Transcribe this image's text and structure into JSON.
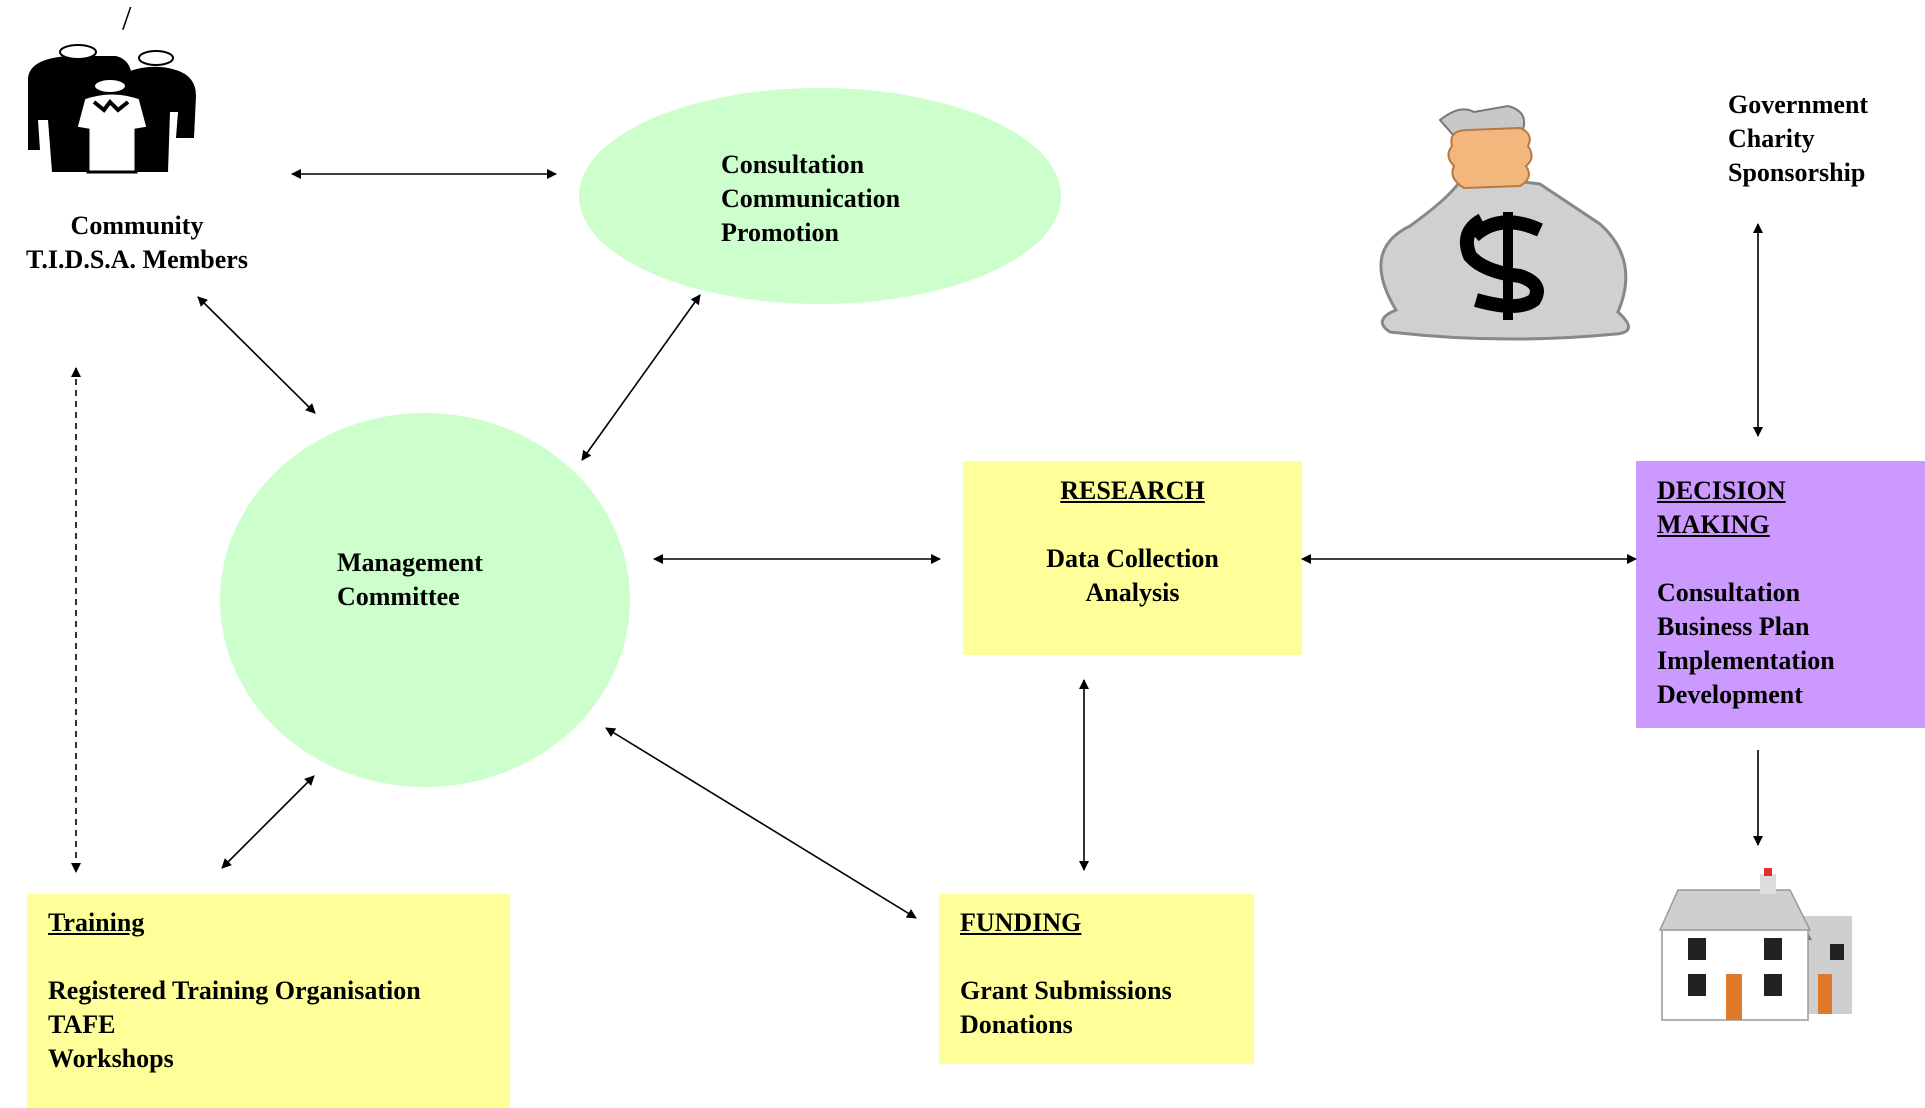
{
  "community": {
    "slash": "/",
    "lines": [
      "Community",
      "T.I.D.S.A. Members"
    ]
  },
  "consultation": {
    "lines": [
      "Consultation",
      "Communication",
      "Promotion"
    ]
  },
  "management": {
    "lines": [
      "Management",
      "Committee"
    ]
  },
  "research": {
    "heading": "RESEARCH",
    "lines": [
      "Data Collection",
      "Analysis"
    ]
  },
  "decision": {
    "heading_lines": [
      "DECISION",
      "MAKING"
    ],
    "lines": [
      "Consultation",
      "Business Plan",
      "Implementation",
      "Development"
    ]
  },
  "funding_sources": {
    "lines": [
      "Government",
      "Charity",
      "Sponsorship"
    ]
  },
  "training": {
    "heading": "Training",
    "lines": [
      "Registered Training Organisation",
      "TAFE",
      "Workshops"
    ]
  },
  "funding": {
    "heading": "FUNDING",
    "lines": [
      "Grant Submissions",
      "Donations"
    ]
  },
  "money_bag": {
    "symbol": "$"
  },
  "colors": {
    "green": "#ccffcc",
    "yellow": "#ffff99",
    "purple": "#cc99ff"
  }
}
